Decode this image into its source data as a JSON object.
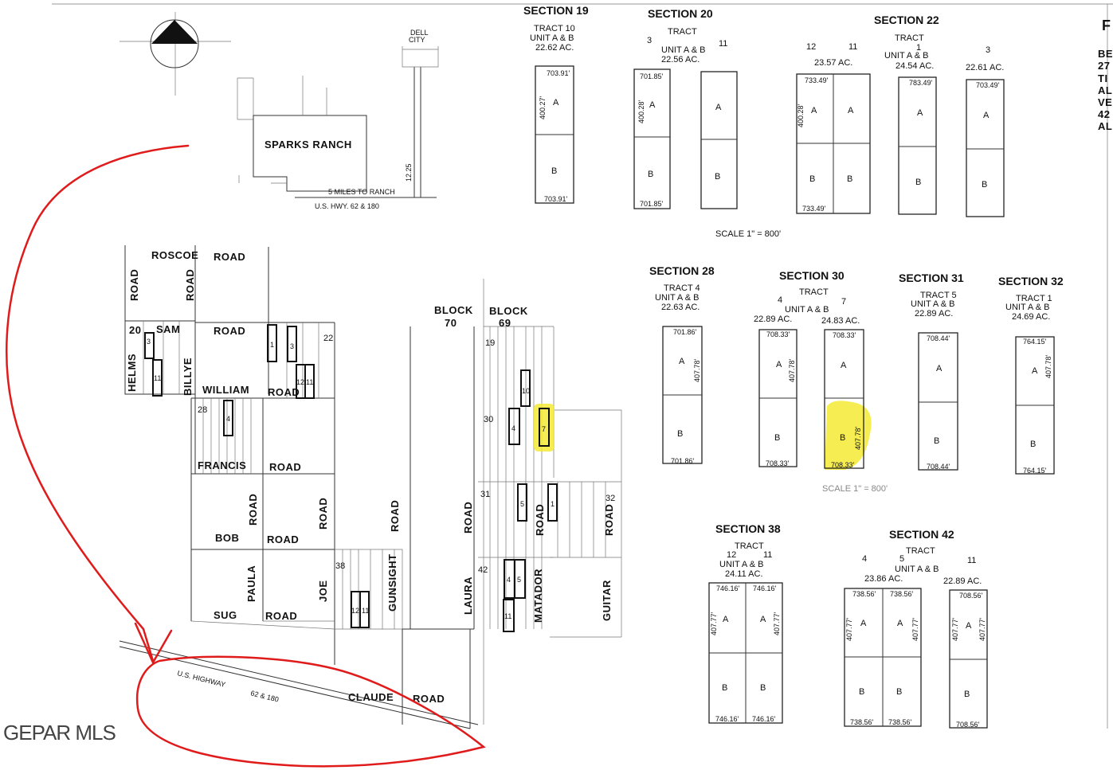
{
  "watermark": "GEPAR MLS",
  "top_right_partial": [
    "F",
    "BE",
    "27",
    "TI",
    "AL",
    "VE",
    "42",
    "AL"
  ],
  "ranch": {
    "name": "SPARKS RANCH",
    "town": "DELL",
    "town2": "CITY",
    "to_ranch": "5 MILES TO RANCH",
    "hwy": "U.S. HWY. 62 & 180",
    "dist": "12.25"
  },
  "roads": {
    "roscoe": "ROSCOE",
    "road": "ROAD",
    "sam": "SAM",
    "helms": "HELMS",
    "billye": "BILLYE",
    "william": "WILLIAM",
    "francis": "FRANCIS",
    "bob": "BOB",
    "paula": "PAULA",
    "joe": "JOE",
    "sug": "SUG",
    "gunsight": "GUNSIGHT",
    "laura": "LAURA",
    "matador": "MATADOR",
    "guitar": "GUITAR",
    "claude": "CLAUDE",
    "us_highway": "U.S. HIGHWAY",
    "hwy_num": "62 & 180"
  },
  "blocks": {
    "b70": "BLOCK",
    "b70n": "70",
    "b69": "BLOCK",
    "b69n": "69"
  },
  "parcel_nums": {
    "n20": "20",
    "n22": "22",
    "n28": "28",
    "n19": "19",
    "n30": "30",
    "n31": "31",
    "n32": "32",
    "n38": "38",
    "n42": "42"
  },
  "lot_nums": {
    "l3": "3",
    "l11": "11",
    "l1": "1",
    "l3b": "3",
    "l12": "12",
    "l11b": "11",
    "l4": "4",
    "l10": "10",
    "l4b": "4",
    "l7": "7",
    "l5": "5",
    "l1b": "1",
    "l4c": "4",
    "l5b": "5",
    "l11c": "11",
    "l12b": "12",
    "l11d": "11"
  },
  "scale_1": "SCALE  1\" = 800'",
  "scale_2": "SCALE  1\" = 800'",
  "sections": [
    {
      "title": "SECTION 19",
      "tract": "TRACT 10",
      "unit": "UNIT  A & B",
      "acres": "22.62 AC."
    },
    {
      "title": "SECTION 20",
      "tract": "TRACT",
      "unit": "UNIT  A & B",
      "acres": "22.56  AC.",
      "left": "3",
      "right": "11"
    },
    {
      "title": "SECTION 22",
      "tract": "TRACT",
      "unit": "UNIT  A & B",
      "acres": "23.57  AC.",
      "left": "12",
      "right": "11",
      "t2": "1",
      "acres2": "24.54 AC.",
      "t3": "3",
      "acres3": "22.61  AC."
    },
    {
      "title": "SECTION 28",
      "tract": "TRACT 4",
      "unit": "UNIT  A & B",
      "acres": "22.63  AC."
    },
    {
      "title": "SECTION 30",
      "tract": "TRACT",
      "unit": "UNIT  A & B",
      "acres": "22.89  AC.",
      "left": "4",
      "right": "7",
      "acres2": "24.83  AC."
    },
    {
      "title": "SECTION 31",
      "tract": "TRACT 5",
      "unit": "UNIT  A & B",
      "acres": "22.89  AC."
    },
    {
      "title": "SECTION 32",
      "tract": "TRACT  1",
      "unit": "UNIT  A & B",
      "acres": "24.69  AC."
    },
    {
      "title": "SECTION 38",
      "tract": "TRACT",
      "unit": "UNIT  A & B",
      "acres": "24.11  AC.",
      "left": "12",
      "right": "11"
    },
    {
      "title": "SECTION 42",
      "tract": "TRACT",
      "unit": "UNIT  A & B",
      "acres": "23.86  AC.",
      "left": "4",
      "right": "5",
      "r2": "11",
      "acres2": "22.89  AC."
    }
  ],
  "dims": {
    "s19t": "703.91'",
    "s19b": "703.91'",
    "s19s": "400.27'",
    "s20t": "701.85'",
    "s20b": "701.85'",
    "s20s": "400.28'",
    "s22t": "733.49'",
    "s22b": "733.49'",
    "s22s": "400.28'",
    "s22b2": "783.49'",
    "s22b3": "703.49'",
    "s28t": "701.86'",
    "s28s": "407.78'",
    "s30t": "708.33'",
    "s30s": "407.78'",
    "s31t": "708.44'",
    "s32t": "764.15'",
    "s32s": "407.78'",
    "s38t": "746.16'",
    "s38s": "407.77'",
    "s42t": "738.56'",
    "s42t2": "708.56'",
    "s42s": "407.77'"
  },
  "unit_a": "A",
  "unit_b": "B",
  "highlight_color": "#f4ea34",
  "annotation_color": "#e01b1b"
}
